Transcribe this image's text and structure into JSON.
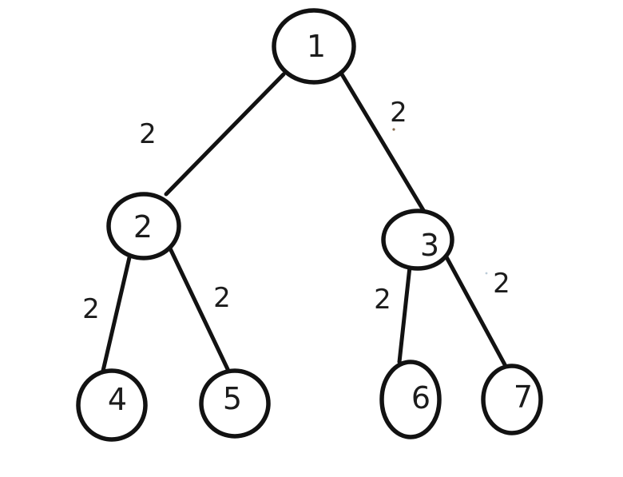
{
  "diagram": {
    "type": "weighted-binary-tree",
    "colors": {
      "background": "#ffffff",
      "stroke": "#121212",
      "text": "#1c1c1c"
    },
    "nodes": [
      {
        "id": "1",
        "label": "1",
        "parent": null
      },
      {
        "id": "2",
        "label": "2",
        "parent": "1"
      },
      {
        "id": "3",
        "label": "3",
        "parent": "1"
      },
      {
        "id": "4",
        "label": "4",
        "parent": "2"
      },
      {
        "id": "5",
        "label": "5",
        "parent": "2"
      },
      {
        "id": "6",
        "label": "6",
        "parent": "3"
      },
      {
        "id": "7",
        "label": "7",
        "parent": "3"
      }
    ],
    "edges": [
      {
        "from": "1",
        "to": "2",
        "weight": "2"
      },
      {
        "from": "1",
        "to": "3",
        "weight": "2"
      },
      {
        "from": "2",
        "to": "4",
        "weight": "2"
      },
      {
        "from": "2",
        "to": "5",
        "weight": "2"
      },
      {
        "from": "3",
        "to": "6",
        "weight": "2"
      },
      {
        "from": "3",
        "to": "7",
        "weight": "2"
      }
    ]
  }
}
